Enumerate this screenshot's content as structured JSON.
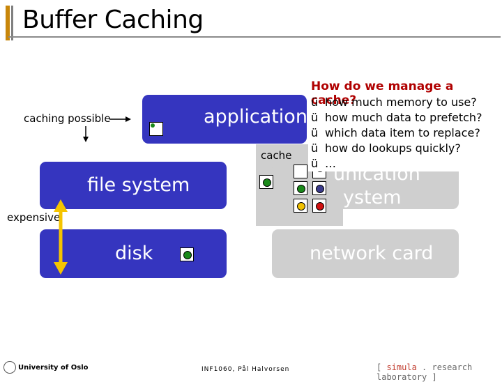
{
  "title": "Buffer Caching",
  "boxes": {
    "application": "application",
    "file_system": "file system",
    "disk": "disk",
    "communication_system_line1": "unication",
    "communication_system_line2": "ystem",
    "network_card": "network card"
  },
  "labels": {
    "cache": "cache",
    "caching_possible": "caching possible",
    "expensive": "expensive"
  },
  "callout": {
    "title": "How do we manage a cache?",
    "check_glyph": "ü",
    "items": [
      "how much memory to use?",
      "how much data to prefetch?",
      "which data item to replace?",
      "how do lookups quickly?",
      "…"
    ]
  },
  "colors": {
    "box_blue": "#3535bf",
    "box_gray": "#cfcfcf",
    "callout_title": "#b00000",
    "arrow_yellow": "#f5c400",
    "dot_green": "#1a8a1a",
    "dot_navy": "#3a3a8a",
    "dot_yellow": "#f0c000",
    "dot_red": "#d01010",
    "dot_light": "#cfe6ff"
  },
  "footer": {
    "university": "University of Oslo",
    "course": "INF1060, Pål Halvorsen",
    "simula_prefix": "[ ",
    "simula_name": "simula",
    "simula_suffix": " . research laboratory ]"
  }
}
